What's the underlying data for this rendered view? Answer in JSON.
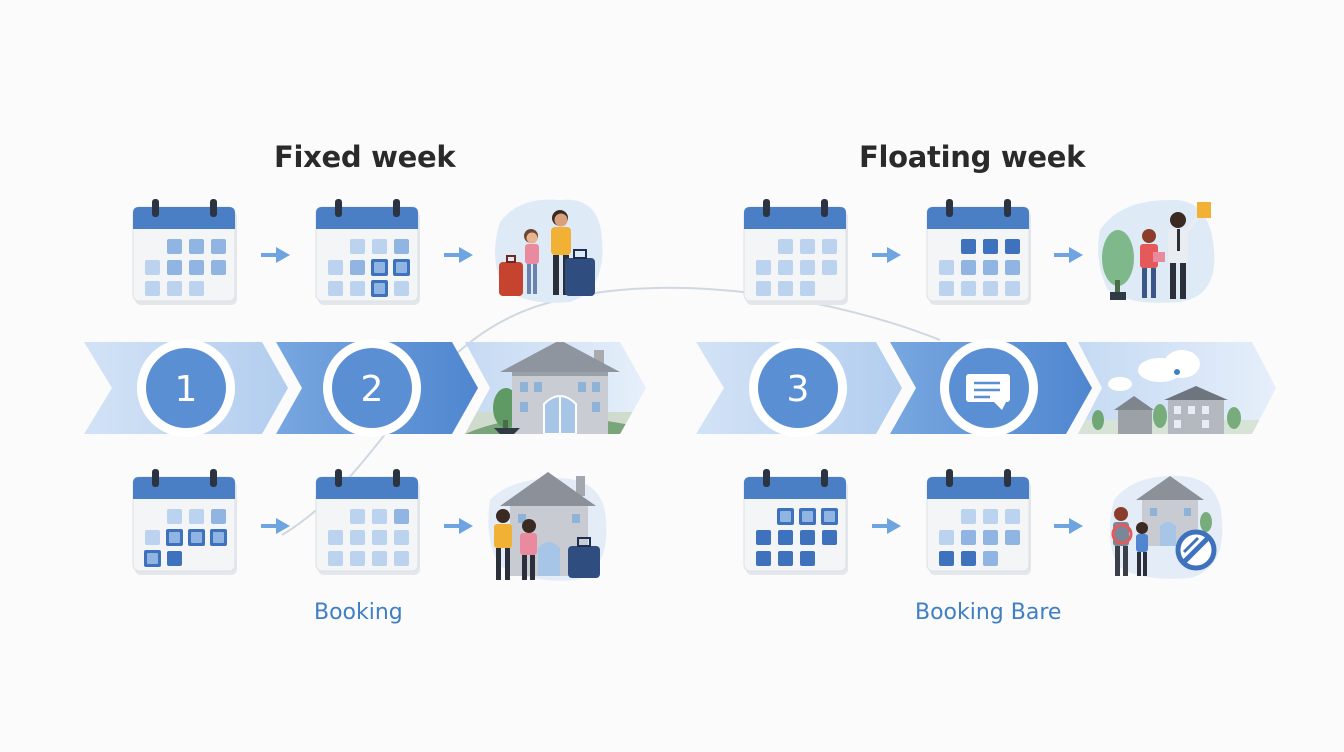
{
  "panels": [
    {
      "title": "Fixed week",
      "caption": "Booking",
      "steps": [
        {
          "number": "1",
          "icon": "number-1-badge"
        },
        {
          "number": "2",
          "icon": "number-2-badge"
        }
      ],
      "rows": [
        {
          "scenes": [
            "family-with-luggage-scene"
          ]
        },
        {
          "scenes": [
            "house-with-travelers-scene"
          ]
        }
      ],
      "end_scene": "hotel-building-scene"
    },
    {
      "title": "Floating week",
      "caption": "Booking Bare",
      "steps": [
        {
          "number": "3",
          "icon": "number-3-badge"
        },
        {
          "number": "",
          "icon": "message-icon"
        }
      ],
      "rows": [
        {
          "scenes": [
            "family-with-agent-scene"
          ]
        },
        {
          "scenes": [
            "house-with-blocked-sign-scene"
          ]
        }
      ],
      "end_scene": "village-houses-scene"
    }
  ],
  "colors": {
    "accent": "#3f7fc4",
    "calendar_header": "#4a7fc5",
    "cell_light": "#bcd3ef",
    "cell_mid": "#90b5e3",
    "cell_dark": "#3f72bd",
    "chevron_light": "#c6daf3",
    "chevron_mid": "#5f93d5",
    "title": "#2a2a2a"
  }
}
